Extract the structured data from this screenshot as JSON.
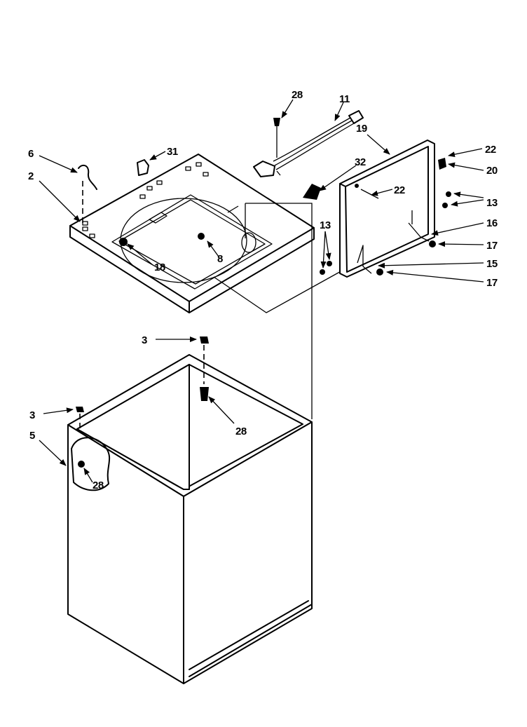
{
  "callouts": [
    {
      "id": "c28a",
      "label": "28"
    },
    {
      "id": "c11",
      "label": "11"
    },
    {
      "id": "c19",
      "label": "19"
    },
    {
      "id": "c22a",
      "label": "22"
    },
    {
      "id": "c20",
      "label": "20"
    },
    {
      "id": "c32",
      "label": "32"
    },
    {
      "id": "c22b",
      "label": "22"
    },
    {
      "id": "c13a",
      "label": "13"
    },
    {
      "id": "c16",
      "label": "16"
    },
    {
      "id": "c13b",
      "label": "13"
    },
    {
      "id": "c17a",
      "label": "17"
    },
    {
      "id": "c15",
      "label": "15"
    },
    {
      "id": "c17b",
      "label": "17"
    },
    {
      "id": "c6",
      "label": "6"
    },
    {
      "id": "c31",
      "label": "31"
    },
    {
      "id": "c2",
      "label": "2"
    },
    {
      "id": "c18",
      "label": "18"
    },
    {
      "id": "c8",
      "label": "8"
    },
    {
      "id": "c3a",
      "label": "3"
    },
    {
      "id": "c28b",
      "label": "28"
    },
    {
      "id": "c3b",
      "label": "3"
    },
    {
      "id": "c5",
      "label": "5"
    },
    {
      "id": "c28c",
      "label": "28"
    }
  ]
}
